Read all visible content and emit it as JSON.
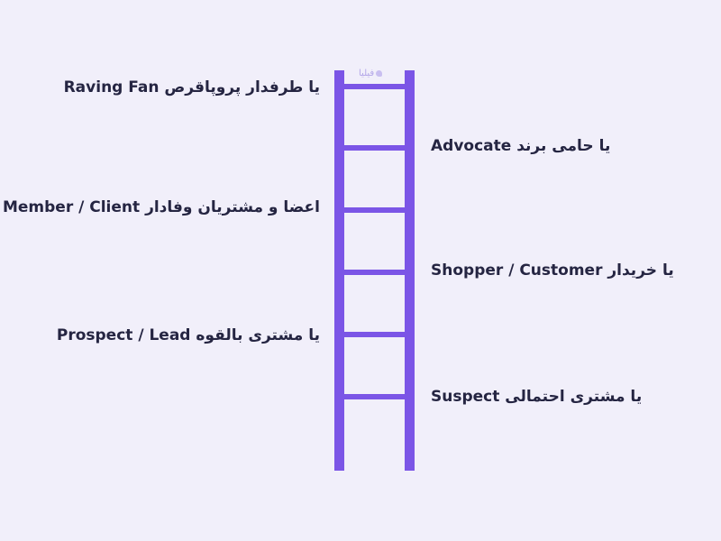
{
  "diagram": {
    "watermark": "فیلیا",
    "steps": [
      {
        "label": "Raving Fan یا طرفدار پروپاقرص",
        "side": "left"
      },
      {
        "label": "Advocate یا حامی برند",
        "side": "right"
      },
      {
        "label": "Member / Client اعضا و مشتریان وفادار",
        "side": "left"
      },
      {
        "label": "Shopper / Customer یا خریدار",
        "side": "right"
      },
      {
        "label": "Prospect / Lead یا مشتری بالقوه",
        "side": "left"
      },
      {
        "label": "Suspect یا مشتری احتمالی",
        "side": "right"
      }
    ],
    "colors": {
      "ladder": "#7b55e6",
      "background": "#f1effa",
      "text": "#252542"
    }
  }
}
